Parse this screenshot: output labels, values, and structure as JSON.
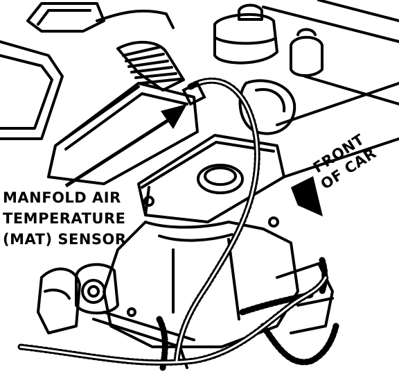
{
  "callout": {
    "line1": "MANFOLD AIR",
    "line2": "TEMPERATURE",
    "line3": "(MAT) SENSOR"
  },
  "direction_label": {
    "line1": "FRONT",
    "line2": "OF CAR"
  },
  "colors": {
    "ink": "#000000",
    "paper": "#ffffff"
  }
}
